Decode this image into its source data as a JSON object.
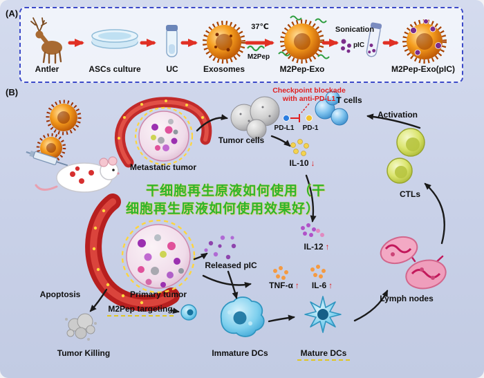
{
  "panel_a": {
    "label": "(A)",
    "steps": [
      {
        "label": "Antler"
      },
      {
        "label": "ASCs culture"
      },
      {
        "label": "UC"
      },
      {
        "label": "Exosomes"
      },
      {
        "label": "M2Pep-Exo"
      },
      {
        "label": "M2Pep-Exo(pIC)"
      }
    ],
    "temperature": "37℃",
    "m2pep_label": "M2Pep",
    "sonication_label": "Sonication",
    "pic_label": "pIC"
  },
  "panel_b": {
    "label": "(B)",
    "checkpoint_line1": "Checkpoint blockade",
    "checkpoint_line2": "with anti-PD-L1",
    "t_cells": "T cells",
    "pd_l1": "PD-L1",
    "pd_1": "PD-1",
    "tumor_cells": "Tumor cells",
    "activation": "Activation",
    "metastatic_tumor": "Metastatic tumor",
    "ctls": "CTLs",
    "released_pic": "Released pIC",
    "lymph_nodes": "Lymph nodes",
    "apoptosis": "Apoptosis",
    "primary_tumor": "Primary tumor",
    "m2pep_targeting": "M2Pep targeting",
    "tumor_killing": "Tumor Killing",
    "immature_dcs": "Immature DCs",
    "mature_dcs": "Mature DCs",
    "cytokines": {
      "il10": {
        "name": "IL-10",
        "arrow": "↓"
      },
      "il12": {
        "name": "IL-12",
        "arrow": "↑"
      },
      "tnf": {
        "name": "TNF-α",
        "arrow": "↑"
      },
      "il6": {
        "name": "IL-6",
        "arrow": "↑"
      }
    }
  },
  "watermark": {
    "line1": "干细胞再生原液如何使用（干",
    "line2": "细胞再生原液如何使用效果好）"
  },
  "colors": {
    "background": "#ccd4e8",
    "panel_border": "#3b49c8",
    "arrow_red": "#e03024",
    "checkpoint_red": "#e02020",
    "watermark_green": "#2db52d",
    "exosome_orange": "#f59d1e",
    "pic_purple": "#7b2d8b",
    "tumor_red": "#c22a2a"
  }
}
